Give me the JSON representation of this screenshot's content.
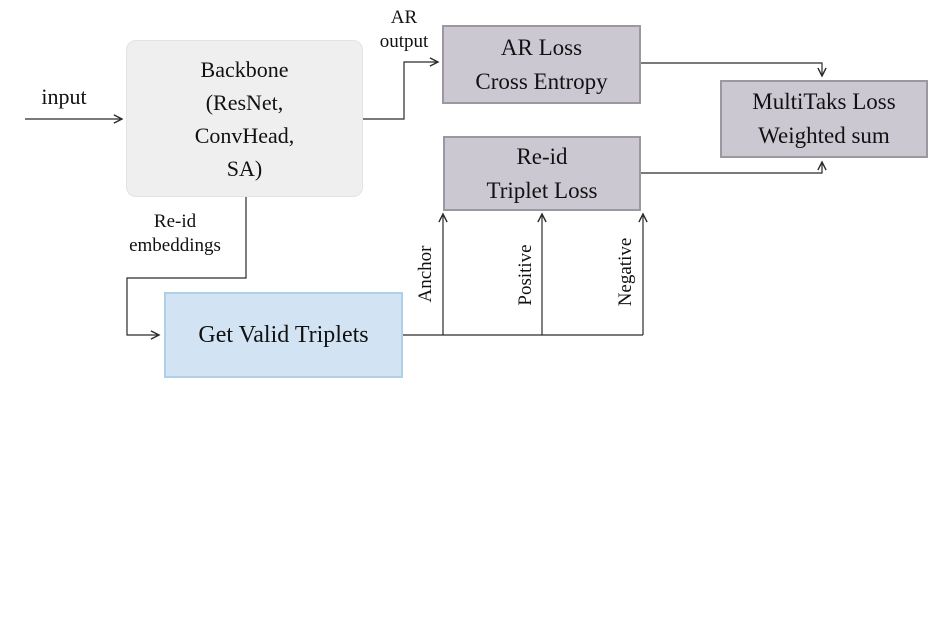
{
  "diagram": {
    "background_color": "#ffffff",
    "line_color": "#2a2a2a",
    "nodes": {
      "backbone": {
        "lines": [
          "Backbone",
          "(ResNet,",
          "ConvHead,",
          "SA)"
        ],
        "fill": "#efefef",
        "border": "#e3e3e3"
      },
      "ar_loss": {
        "lines": [
          "AR Loss",
          "Cross Entropy"
        ],
        "fill": "#ccc8d2",
        "border": "#9d97a4"
      },
      "multitask_loss": {
        "lines": [
          "MultiTaks Loss",
          "Weighted sum"
        ],
        "fill": "#ccc8d2",
        "border": "#9d97a4"
      },
      "triplet_loss": {
        "lines": [
          "Re-id",
          "Triplet Loss"
        ],
        "fill": "#ccc8d2",
        "border": "#9d97a4"
      },
      "get_valid_triplets": {
        "label": "Get Valid Triplets",
        "fill": "#d2e4f3",
        "border": "#aed0e9"
      }
    },
    "edge_labels": {
      "input": "input",
      "ar_output_line1": "AR",
      "ar_output_line2": "output",
      "reid_embeddings_line1": "Re-id",
      "reid_embeddings_line2": "embeddings",
      "anchor": "Anchor",
      "positive": "Positive",
      "negative": "Negative"
    }
  }
}
